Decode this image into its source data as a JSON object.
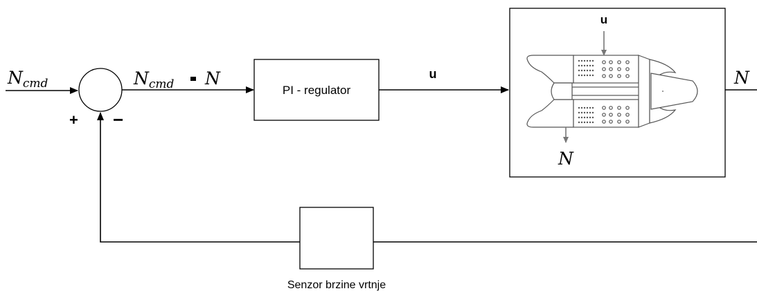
{
  "signals": {
    "input": {
      "base": "N",
      "sub": "cmd"
    },
    "error": {
      "base": "N",
      "sub": "cmd",
      "dash": "-",
      "minus_var": "N"
    },
    "control": "u",
    "output": "N",
    "engine_input": "u",
    "engine_output": "N"
  },
  "summing_junction": {
    "plus_sign": "+",
    "minus_sign": "−"
  },
  "blocks": {
    "controller": "PI - regulator",
    "sensor_caption": "Senzor brzine vrtnje"
  },
  "colors": {
    "minus_sign": "#8b1a1a",
    "engine_arrows": "#777777"
  },
  "icons": {
    "engine": "jet-engine-icon"
  }
}
